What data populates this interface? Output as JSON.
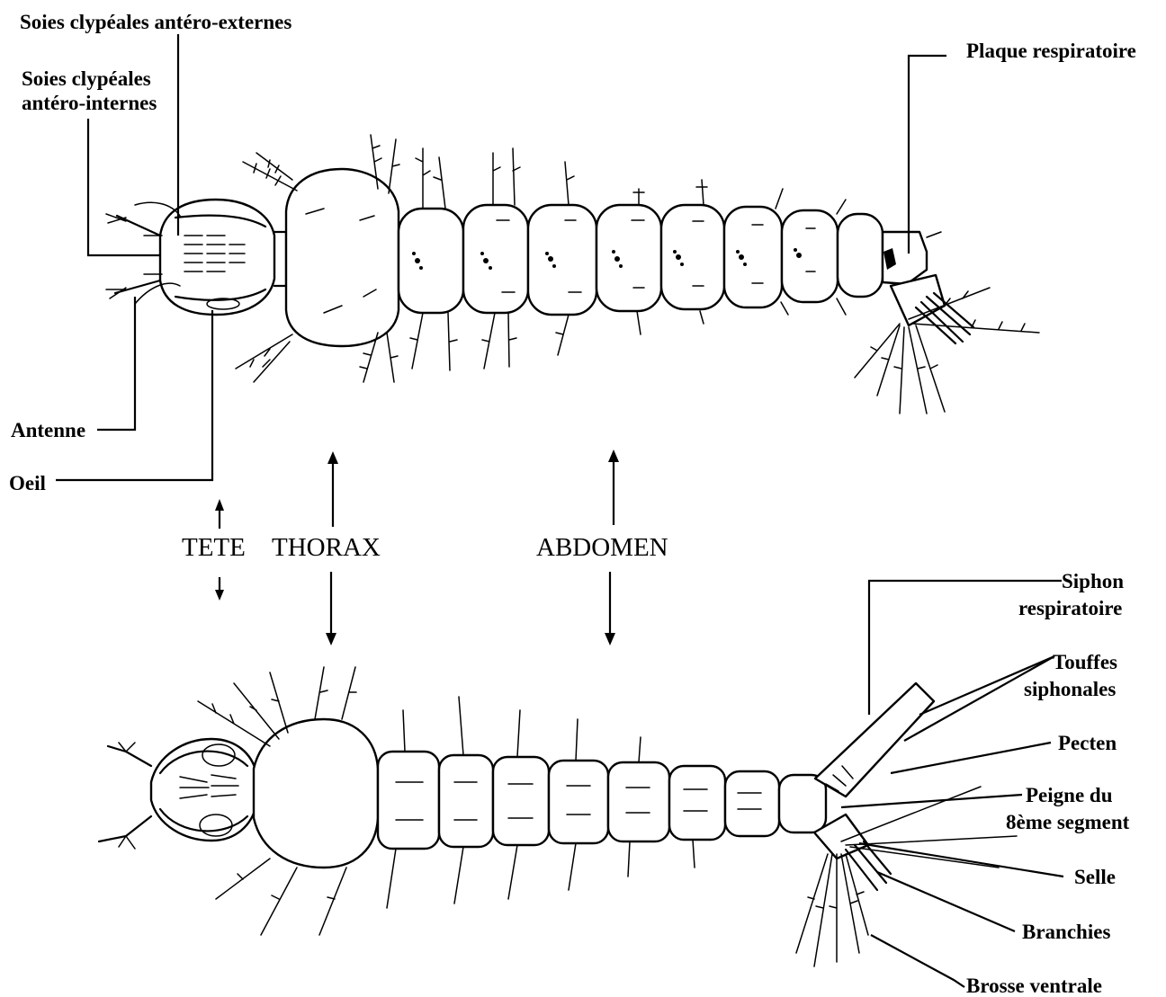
{
  "labels": {
    "soies_externes": "Soies clypéales antéro-externes",
    "soies_internes_1": "Soies clypéales",
    "soies_internes_2": "antéro-internes",
    "antenne": "Antenne",
    "oeil": "Oeil",
    "plaque": "Plaque respiratoire",
    "tete": "TETE",
    "thorax": "THORAX",
    "abdomen": "ABDOMEN",
    "siphon_1": "Siphon",
    "siphon_2": "respiratoire",
    "touffes_1": "Touffes",
    "touffes_2": "siphonales",
    "pecten": "Pecten",
    "peigne_1": "Peigne du",
    "peigne_2": "8ème segment",
    "selle": "Selle",
    "branchies": "Branchies",
    "brosse": "Brosse ventrale"
  },
  "colors": {
    "ink": "#000000",
    "paper": "#ffffff"
  }
}
